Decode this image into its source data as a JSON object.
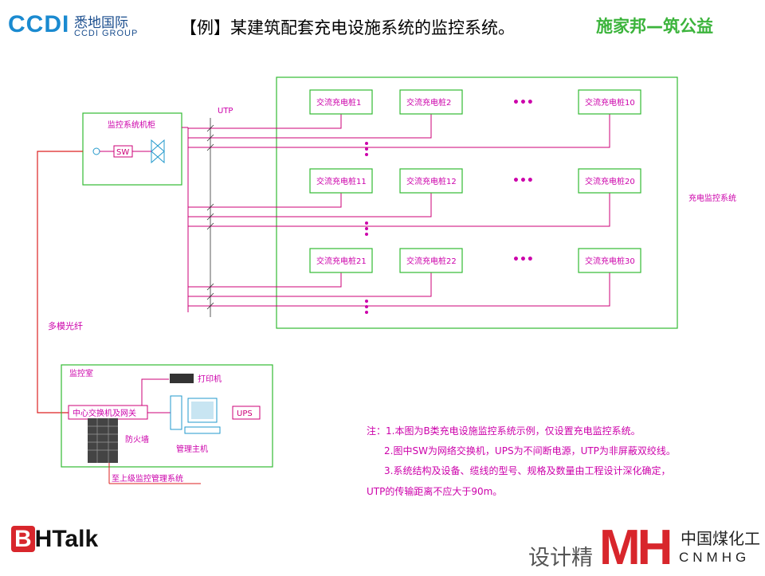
{
  "header": {
    "logo_mark": "CCDI",
    "logo_cn": "悉地国际",
    "logo_en": "CCDI GROUP",
    "title": "【例】某建筑配套充电设施系统的监控系统。",
    "title_right": "施家邦—筑公益"
  },
  "diagram": {
    "rack_label": "监控系统机柜",
    "sw_label": "SW",
    "utp_label": "UTP",
    "fiber_label": "多模光纤",
    "charge_zone_label": "充电监控系统",
    "chargers": [
      "交流充电桩1",
      "交流充电桩2",
      "交流充电桩10",
      "交流充电桩11",
      "交流充电桩12",
      "交流充电桩20",
      "交流充电桩21",
      "交流充电桩22",
      "交流充电桩30"
    ],
    "ellipsis": "•••",
    "room": {
      "label": "监控室",
      "switch_label": "中心交换机及网关",
      "printer_label": "打印机",
      "ups_label": "UPS",
      "firewall_label": "防火墙",
      "host_label": "管理主机",
      "uplink_label": "至上级监控管理系统"
    },
    "notes": [
      "注：1.本图为B类充电设施监控系统示例，仅设置充电监控系统。",
      "2.图中SW为网络交换机，UPS为不间断电源，UTP为非屏蔽双绞线。",
      "3.系统结构及设备、缆线的型号、规格及数量由工程设计深化确定，",
      "UTP的传输距离不应大于90m。"
    ],
    "colors": {
      "frame": "#33bb33",
      "cable": "#cc0077",
      "fiber": "#dd2222",
      "text": "#cc00aa"
    }
  },
  "footer": {
    "logo_b": "B",
    "logo_rest": "HTalk",
    "design_text": "设计精",
    "mh_text": "MH",
    "brand_cn": "中国煤化工",
    "brand_en": "CNMHG"
  }
}
